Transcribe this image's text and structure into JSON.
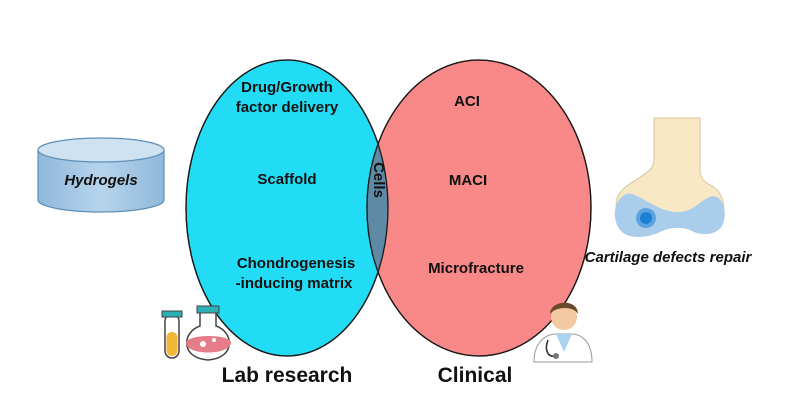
{
  "left_circle": {
    "color": "#22dcf5",
    "items": [
      "Drug/Growth",
      "factor delivery",
      "Scaffold",
      "Chondrogenesis",
      "-inducing matrix"
    ],
    "caption": "Lab research"
  },
  "right_circle": {
    "color": "#f98888",
    "items": [
      "ACI",
      "MACI",
      "Microfracture"
    ],
    "caption": "Clinical"
  },
  "overlap": {
    "label": "Cells",
    "color": "#5f8aa6"
  },
  "hydrogels": {
    "label": "Hydrogels",
    "color": "#a8cbe5"
  },
  "cartilage": {
    "label": "Cartilage defects repair",
    "bone_color": "#f8e8c4",
    "cartilage_color": "#a9cdeb",
    "defect_color": "#1e7fd6"
  },
  "icons": [
    "flask-icon",
    "doctor-icon",
    "hydrogel-cylinder-icon",
    "femur-bone-icon"
  ]
}
